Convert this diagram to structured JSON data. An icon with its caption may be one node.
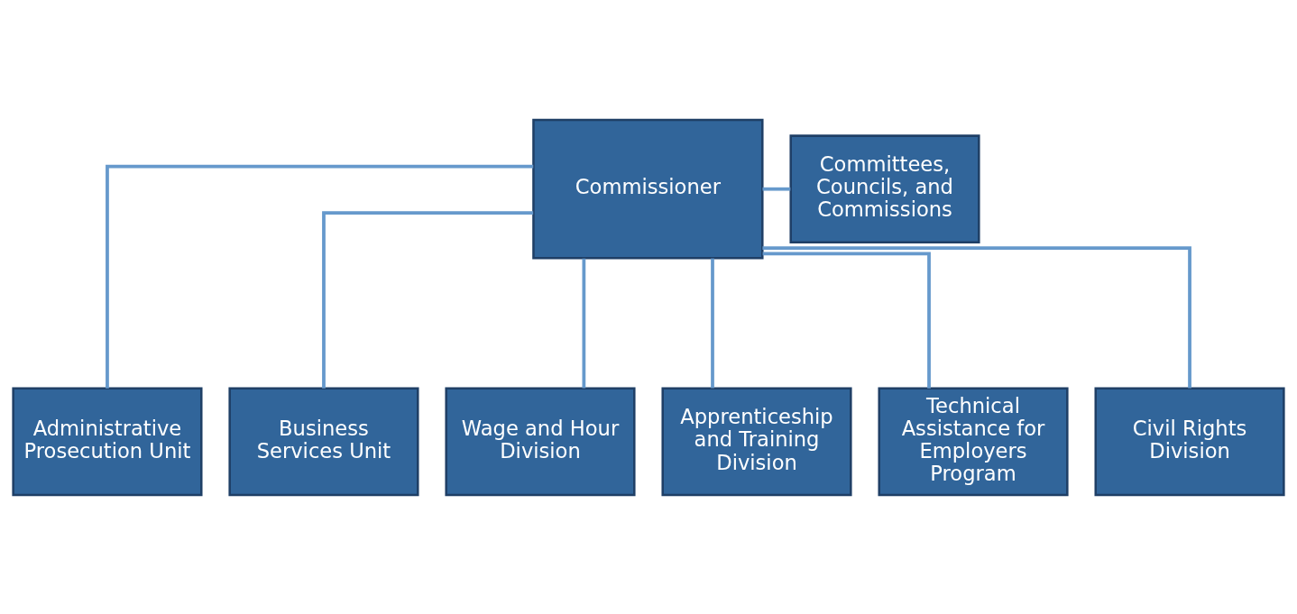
{
  "diagram": {
    "nodes": [
      {
        "text": [
          "Commissioner"
        ]
      },
      {
        "text": [
          "Committees, Councils, and Commissions"
        ]
      },
      {
        "text": [
          "Administrative Prosecution Unit"
        ]
      },
      {
        "text": [
          "Business Services Unit"
        ]
      },
      {
        "text": [
          "Wage and Hour Division"
        ]
      },
      {
        "text": [
          "Apprenticeship and Training Division"
        ]
      },
      {
        "text": [
          "Technical Assistance for Employers Program"
        ]
      },
      {
        "text": [
          "Civil Rights Division"
        ]
      }
    ],
    "edges": [
      {
        "from": 0,
        "to": 1,
        "arrow": "none"
      },
      {
        "from": 0,
        "to": 2,
        "arrow": "none"
      },
      {
        "from": 0,
        "to": 3,
        "arrow": "none"
      },
      {
        "from": 0,
        "to": 4,
        "arrow": "none"
      },
      {
        "from": 0,
        "to": 5,
        "arrow": "none"
      },
      {
        "from": 0,
        "to": 6,
        "arrow": "none"
      },
      {
        "from": 0,
        "to": 7,
        "arrow": "none"
      }
    ]
  }
}
